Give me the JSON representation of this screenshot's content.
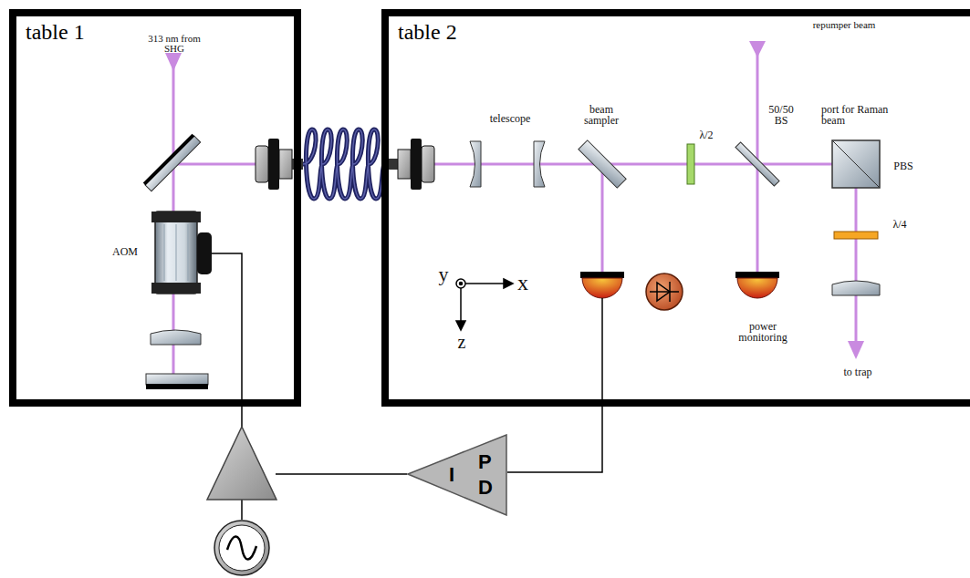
{
  "diagram": {
    "nodes": [
      {
        "text": [
          "table 1"
        ]
      },
      {
        "text": [
          "table 2"
        ]
      },
      {
        "text": [
          "P",
          "I",
          "D"
        ]
      }
    ],
    "labels": [
      "313 nm from SHG",
      "AOM",
      "telescope",
      "beam sampler",
      "λ/2",
      "repumper beam",
      "50/50 BS",
      "port for Raman beam",
      "PBS",
      "λ/4",
      "power monitoring",
      "to trap",
      "y",
      "x",
      "z"
    ]
  }
}
